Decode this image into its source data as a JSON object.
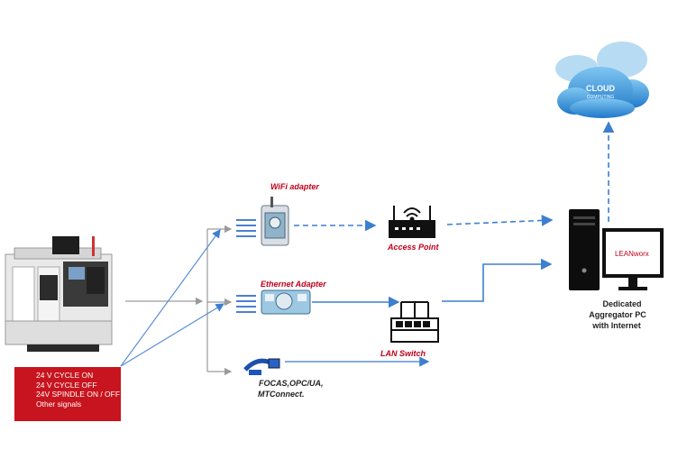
{
  "cloud": {
    "text_main": "CLOUD",
    "text_sub": "COMPUTING"
  },
  "wifi_adapter": {
    "label": "WiFi adapter"
  },
  "access_point": {
    "label": "Access Point"
  },
  "ethernet_adapter": {
    "label": "Ethernet Adapter"
  },
  "lan_switch": {
    "label": "LAN Switch"
  },
  "protocols": {
    "line1": "FOCAS,OPC/UA,",
    "line2": "MTConnect."
  },
  "pc": {
    "label_line1": "Dedicated",
    "label_line2": "Aggregator PC",
    "label_line3": "with Internet",
    "screen_text": "LEANworx"
  },
  "signals": [
    "24 V CYCLE ON",
    "24 V CYCLE OFF",
    "24V SPINDLE ON / OFF",
    "Other signals"
  ],
  "colors": {
    "line_blue": "#3d7fcf",
    "line_gray": "#9a9a9a",
    "label_red": "#c0001a",
    "signal_box": "#c8141e",
    "cloud": "#2f8fd8"
  }
}
